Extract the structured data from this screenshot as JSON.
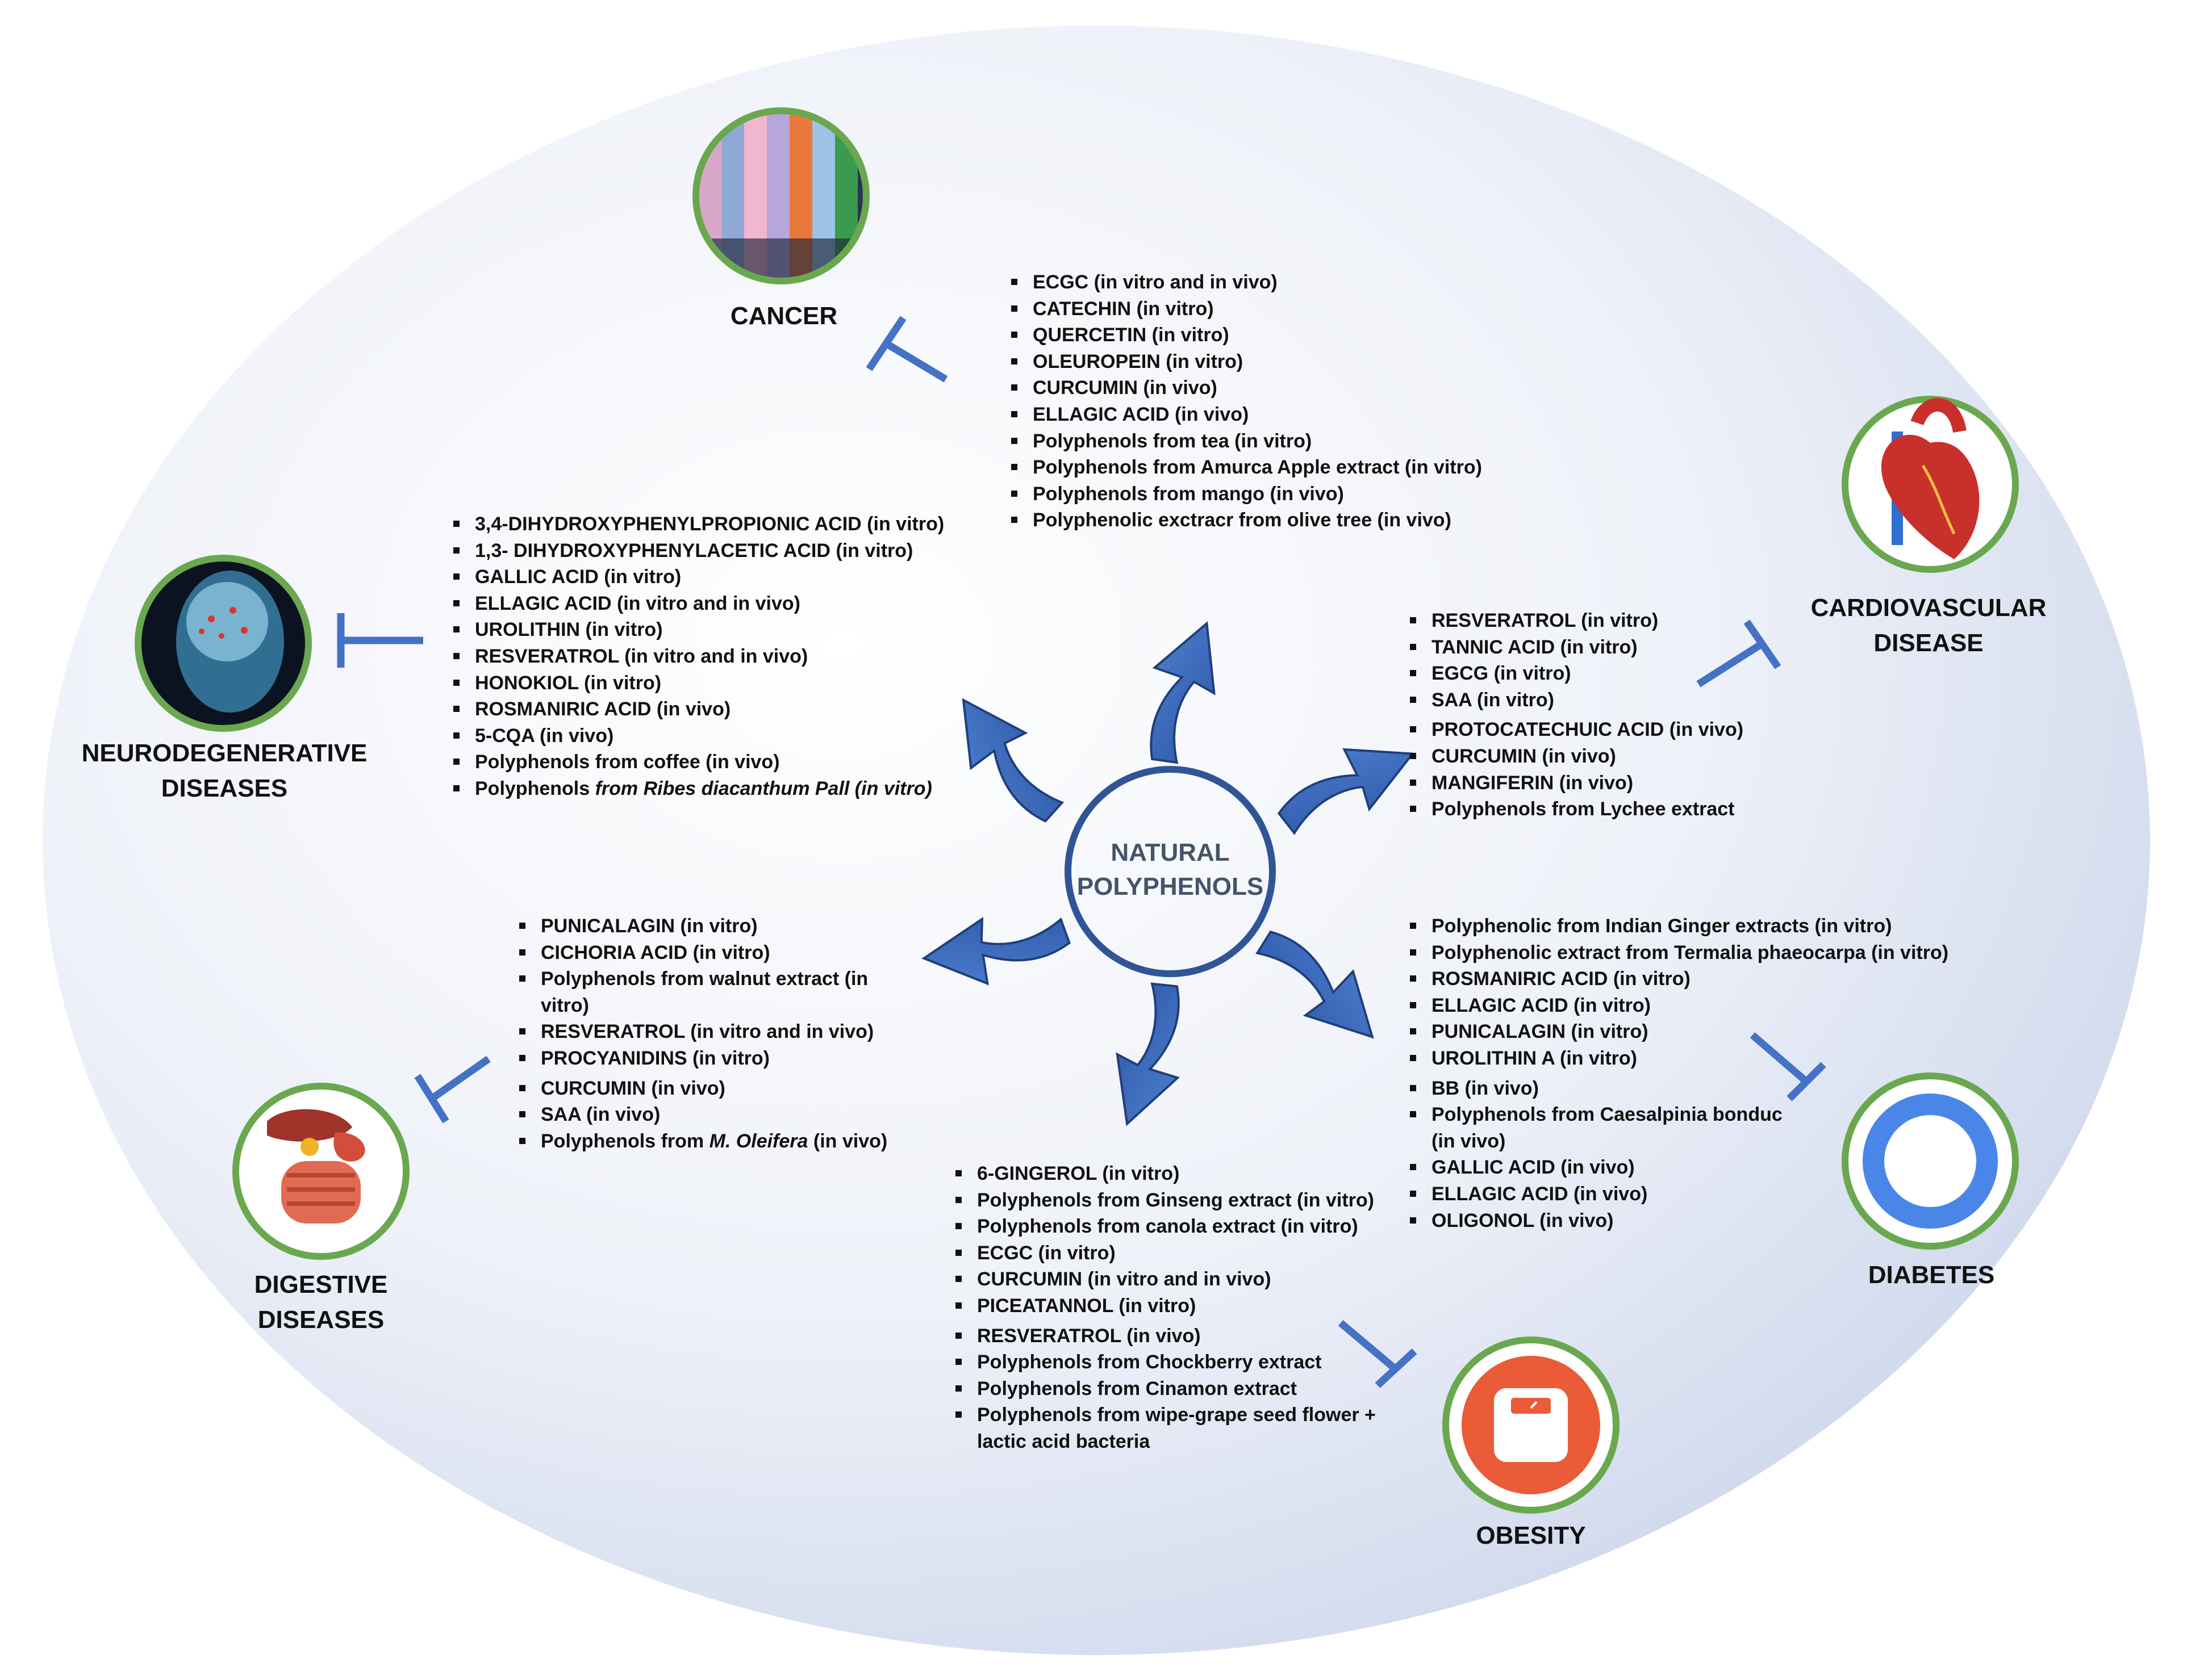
{
  "center": {
    "line1": "NATURAL",
    "line2": "POLYPHENOLS"
  },
  "diseases": {
    "cancer": {
      "label": "CANCER",
      "items": [
        "ECGC (in vitro and in vivo)",
        "CATECHIN (in vitro)",
        "QUERCETIN (in vitro)",
        "OLEUROPEIN (in vitro)",
        "CURCUMIN (in vivo)",
        "ELLAGIC ACID (in vivo)",
        "Polyphenols from tea (in vitro)",
        "Polyphenols from Amurca Apple extract (in vitro)",
        "Polyphenols from mango (in vivo)",
        "Polyphenolic exctracr from olive tree (in vivo)"
      ]
    },
    "neuro": {
      "label_line1": "NEURODEGENERATIVE",
      "label_line2": "DISEASES",
      "items": [
        "3,4-DIHYDROXYPHENYLPROPIONIC ACID (in vitro)",
        "1,3- DIHYDROXYPHENYLACETIC ACID (in vitro)",
        "GALLIC ACID (in vitro)",
        "ELLAGIC ACID (in vitro and in vivo)",
        "UROLITHIN (in vitro)",
        "RESVERATROL (in vitro and in vivo)",
        "HONOKIOL (in vitro)",
        "ROSMANIRIC ACID (in vivo)",
        "5-CQA (in vivo)",
        "Polyphenols from coffee (in vivo)"
      ],
      "last_item_prefix": "Polyphenols ",
      "last_item_italic": "from Ribes diacanthum Pall (in vitro)"
    },
    "cardio": {
      "label_line1": "CARDIOVASCULAR",
      "label_line2": "DISEASE",
      "items": [
        "RESVERATROL (in vitro)",
        "TANNIC ACID (in vitro)",
        "EGCG (in vitro)",
        "SAA (in vitro)",
        "PROTOCATECHUIC ACID (in vivo)",
        "CURCUMIN (in vivo)",
        "MANGIFERIN (in vivo)",
        "Polyphenols from Lychee extract"
      ]
    },
    "digestive": {
      "label_line1": "DIGESTIVE",
      "label_line2": "DISEASES",
      "items": [
        "PUNICALAGIN (in vitro)",
        "CICHORIA ACID (in vitro)",
        "Polyphenols from walnut extract (in vitro)",
        "RESVERATROL (in vitro and in vivo)",
        "PROCYANIDINS (in vitro)",
        "CURCUMIN (in vivo)",
        "SAA (in vivo)"
      ],
      "last_item_prefix": "Polyphenols from ",
      "last_item_italic": "M. Oleifera",
      "last_item_suffix": " (in vivo)"
    },
    "diabetes": {
      "label": "DIABETES",
      "items": [
        "Polyphenolic  from Indian Ginger extracts (in vitro)",
        "Polyphenolic extract from Termalia phaeocarpa (in vitro)",
        "ROSMANIRIC ACID (in vitro)",
        "ELLAGIC ACID (in vitro)",
        "PUNICALAGIN (in vitro)",
        "UROLITHIN A (in vitro)",
        "BB (in vivo)",
        "Polyphenols from Caesalpinia bonduc (in vivo)",
        "GALLIC ACID (in vivo)",
        "ELLAGIC ACID (in vivo)",
        "OLIGONOL (in vivo)"
      ]
    },
    "obesity": {
      "label": "OBESITY",
      "items": [
        "6-GINGEROL (in vitro)",
        "Polyphenols from Ginseng extract (in vitro)",
        "Polyphenols from canola extract (in vitro)",
        "ECGC (in vitro)",
        "CURCUMIN (in vitro and in vivo)",
        "PICEATANNOL (in vitro)",
        "RESVERATROL (in vivo)",
        "Polyphenols from Chockberry extract",
        "Polyphenols from Cinamon extract",
        "Polyphenols from wipe-grape seed flower + lactic acid bacteria"
      ]
    }
  },
  "colors": {
    "arrow": "#3a66b8",
    "inhibit": "#4472c4",
    "center_ring": "#2f5597",
    "icon_border": "#6aa84f",
    "background_ellipse": "#dde3f1",
    "center_text": "#44546a"
  },
  "icons": [
    "cancer-cells-icon",
    "brain-icon",
    "heart-icon",
    "digestive-organs-icon",
    "diabetes-ring-icon",
    "weighing-scale-icon"
  ]
}
